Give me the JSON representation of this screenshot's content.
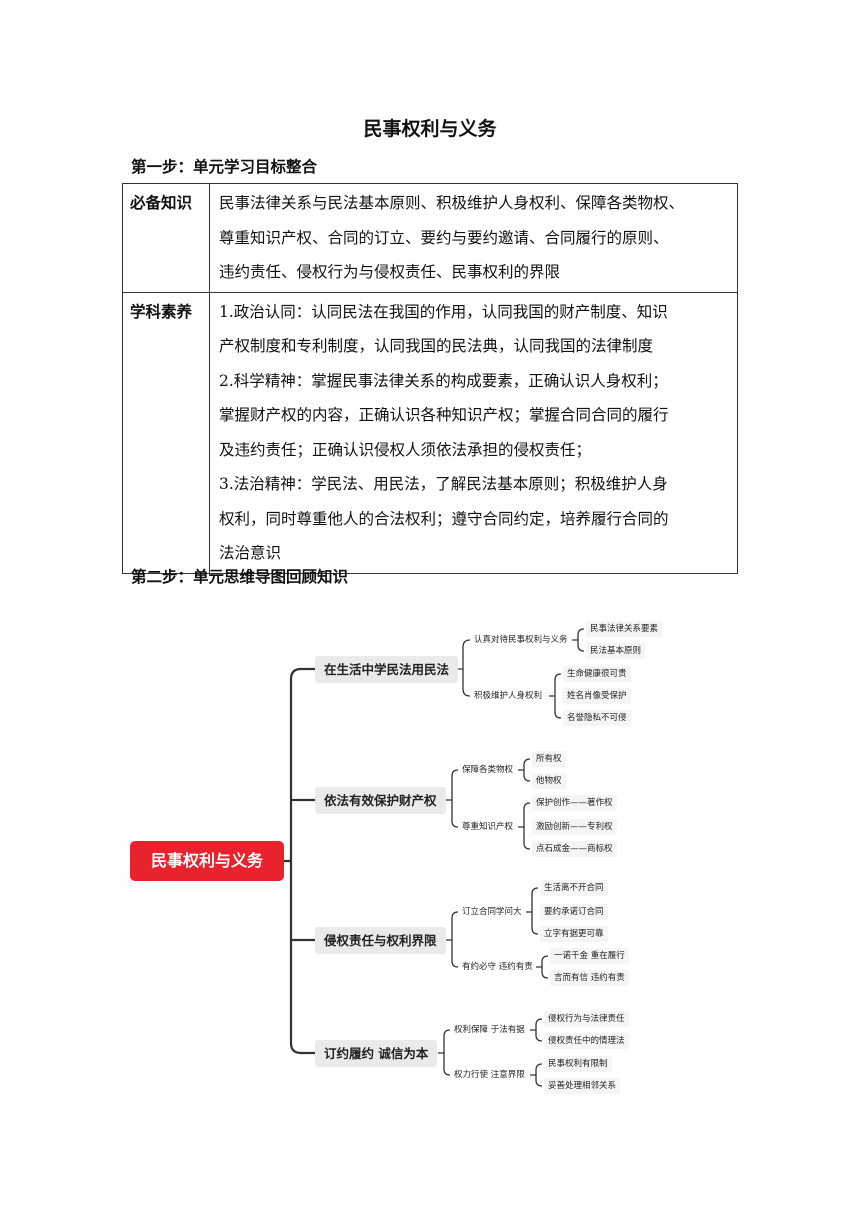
{
  "doc": {
    "title": "民事权利与义务",
    "step1": "第一步：单元学习目标整合",
    "step2": "第二步：单元思维导图回顾知识",
    "table": {
      "row1_head": "必备知识",
      "row1_lines": [
        "民事法律关系与民法基本原则、积极维护人身权利、保障各类物权、",
        "尊重知识产权、合同的订立、要约与要约邀请、合同履行的原则、",
        "违约责任、侵权行为与侵权责任、民事权利的界限"
      ],
      "row2_head": "学科素养",
      "row2_lines": [
        "1.政治认同：认同民法在我国的作用，认同我国的财产制度、知识",
        "产权制度和专利制度，认同我国的民法典，认同我国的法律制度",
        "2.科学精神：掌握民事法律关系的构成要素，正确认识人身权利；",
        "掌握财产权的内容，正确认识各种知识产权；掌握合同合同的履行",
        "及违约责任；正确认识侵权人须依法承担的侵权责任；",
        "3.法治精神：学民法、用民法，了解民法基本原则；积极维护人身",
        "权利，同时尊重他人的合法权利；遵守合同约定，培养履行合同的",
        "法治意识"
      ]
    }
  },
  "mindmap": {
    "root": "民事权利与义务",
    "b1": {
      "label": "在生活中学民法用民法",
      "s1": {
        "label": "认真对待民事权利与义务",
        "leaves": [
          "民事法律关系要素",
          "民法基本原则"
        ]
      },
      "s2": {
        "label": "积极维护人身权利",
        "leaves": [
          "生命健康很可贵",
          "姓名肖像受保护",
          "名誉隐私不可侵"
        ]
      }
    },
    "b2": {
      "label": "依法有效保护财产权",
      "s1": {
        "label": "保障各类物权",
        "leaves": [
          "所有权",
          "他物权"
        ]
      },
      "s2": {
        "label": "尊重知识产权",
        "leaves": [
          "保护创作——著作权",
          "激励创新——专利权",
          "点石成金——商标权"
        ]
      }
    },
    "b3": {
      "label": "侵权责任与权利界限",
      "s1": {
        "label": "订立合同学问大",
        "leaves": [
          "生活离不开合同",
          "要约承诺订合同",
          "立字有据更可靠"
        ]
      },
      "s2": {
        "label": "有约必守 违约有责",
        "leaves": [
          "一诺千金 重在履行",
          "言而有信 违约有责"
        ]
      }
    },
    "b4": {
      "label": "订约履约 诚信为本",
      "s1": {
        "label": "权利保障 于法有据",
        "leaves": [
          "侵权行为与法律责任",
          "侵权责任中的情理法"
        ]
      },
      "s2": {
        "label": "权力行使 注意界限",
        "leaves": [
          "民事权利有限制",
          "妥善处理相邻关系"
        ]
      }
    }
  },
  "colors": {
    "root_bg": "#e8232e",
    "branch_bg": "#eaeaea",
    "line": "#333333"
  }
}
